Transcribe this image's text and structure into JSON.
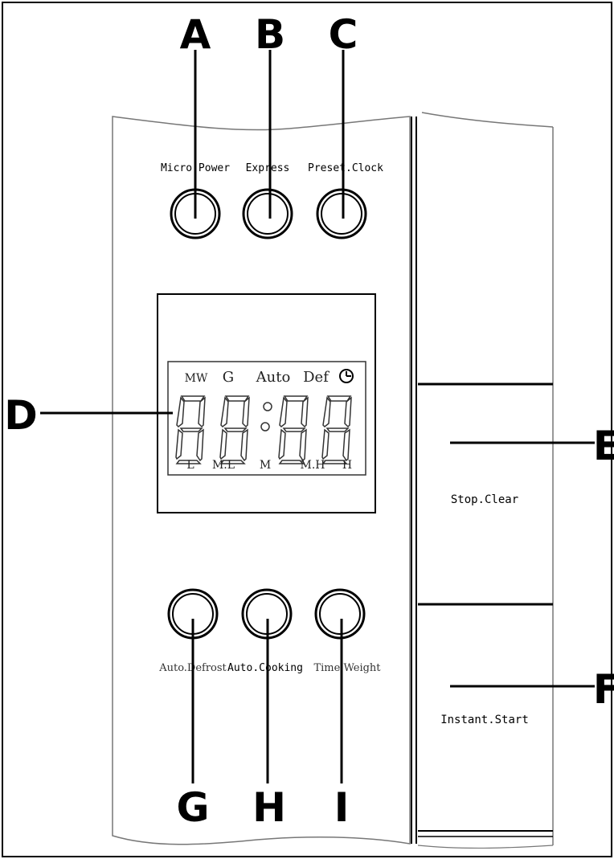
{
  "callouts": {
    "a": "A",
    "b": "B",
    "c": "C",
    "d": "D",
    "e": "E",
    "f": "F",
    "g": "G",
    "h": "H",
    "i": "I"
  },
  "buttons": {
    "micro_power": "Micro.Power",
    "express": "Express",
    "preset_clock": "Preset.Clock",
    "auto_defrost": "Auto.Defrost",
    "auto_cooking": "Auto.Cooking",
    "time_weight": "Time Weight"
  },
  "display": {
    "top": {
      "mw": "MW",
      "g": "G",
      "auto": "Auto",
      "def": "Def"
    },
    "bottom": {
      "l": "L",
      "ml": "M.L",
      "m": "M",
      "mh": "M.H",
      "h": "H"
    },
    "icons": [
      "clock-icon"
    ]
  },
  "side_panels": {
    "stop_clear": "Stop.Clear",
    "instant_start": "Instant.Start"
  }
}
